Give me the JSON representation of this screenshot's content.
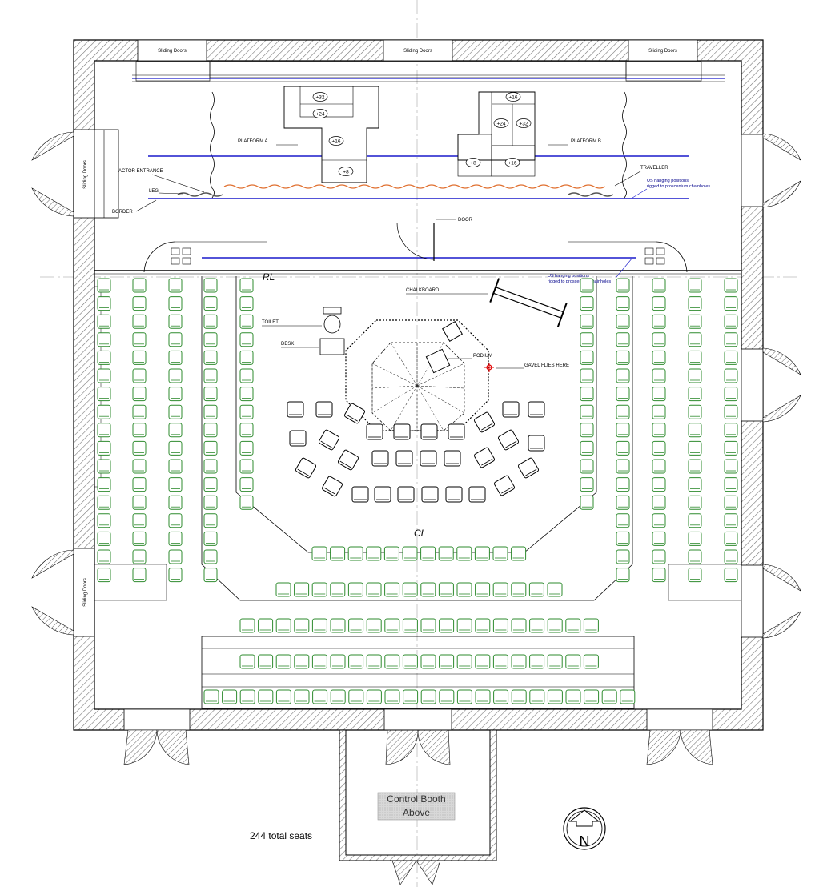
{
  "labels": {
    "sliding_doors": "Sliding Doors",
    "platform_a": "PLATFORM A",
    "platform_b": "PLATFORM B",
    "actor_entrance": "ACTOR ENTRANCE",
    "leg": "LEG",
    "border": "BORDER",
    "traveller": "TRAVELLER",
    "us_hanging_1": "US hanging positions",
    "us_hanging_2": "rigged to proscenium chainholes",
    "door": "DOOR",
    "rl": "RL",
    "cl": "CL",
    "chalkboard": "CHALKBOARD",
    "us_hanging_3": "US hanging positions",
    "us_hanging_4": "rigged to proscenium chainholes",
    "toilet": "TOILET",
    "desk": "DESK",
    "podium": "PODIUM",
    "gavel": "GAVEL FLIES HERE",
    "control_booth_1": "Control Booth",
    "control_booth_2": "Above",
    "total_seats": "244 total seats",
    "north": "N"
  },
  "platform_heights": {
    "a": [
      "+32",
      "+24",
      "+16",
      "+8"
    ],
    "b": [
      "+16",
      "+24",
      "+32",
      "+8",
      "+16"
    ]
  },
  "colors": {
    "wall_hatch": "#888888",
    "seat_green": "#2e8b2e",
    "blue_pipe": "#1a1acc",
    "traveller_orange": "#e07030",
    "gavel_red": "#e00000",
    "booth_grey": "#cccccc"
  }
}
